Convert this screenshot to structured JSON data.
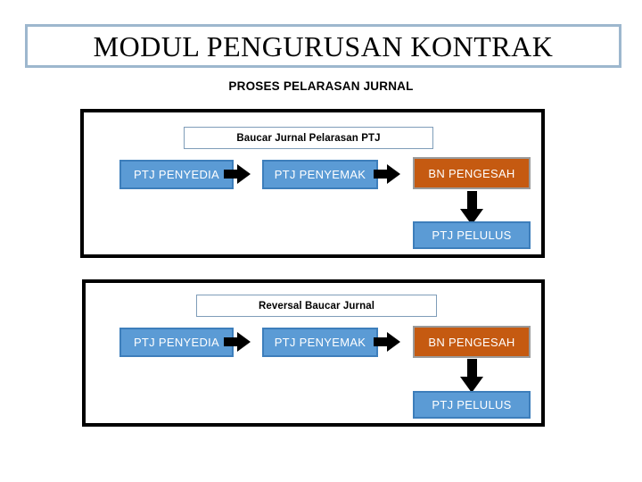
{
  "header": {
    "title": "MODUL PENGURUSAN KONTRAK",
    "subtitle": "PROSES PELARASAN JURNAL"
  },
  "colors": {
    "title_border": "#9DB7CE",
    "panel_border": "#000000",
    "node_blue": "#5B9BD5",
    "node_blue_border": "#3D7EBB",
    "node_orange": "#C55A11",
    "node_orange_border": "#9A9A9A",
    "arrow": "#000000",
    "caption_border": "#7F9DB9",
    "node_text": "#FFFFFF"
  },
  "flows": [
    {
      "caption": "Baucar Jurnal Pelarasan PTJ",
      "nodes": [
        {
          "label": "PTJ PENYEDIA",
          "color": "blue"
        },
        {
          "label": "PTJ PENYEMAK",
          "color": "blue"
        },
        {
          "label": "BN PENGESAH",
          "color": "orange"
        },
        {
          "label": "PTJ PELULUS",
          "color": "blue"
        }
      ],
      "arrows": [
        {
          "direction": "right"
        },
        {
          "direction": "right"
        },
        {
          "direction": "down"
        }
      ]
    },
    {
      "caption": "Reversal Baucar Jurnal",
      "nodes": [
        {
          "label": "PTJ PENYEDIA",
          "color": "blue"
        },
        {
          "label": "PTJ PENYEMAK",
          "color": "blue"
        },
        {
          "label": "BN PENGESAH",
          "color": "orange"
        },
        {
          "label": "PTJ PELULUS",
          "color": "blue"
        }
      ],
      "arrows": [
        {
          "direction": "right"
        },
        {
          "direction": "right"
        },
        {
          "direction": "down"
        }
      ]
    }
  ]
}
